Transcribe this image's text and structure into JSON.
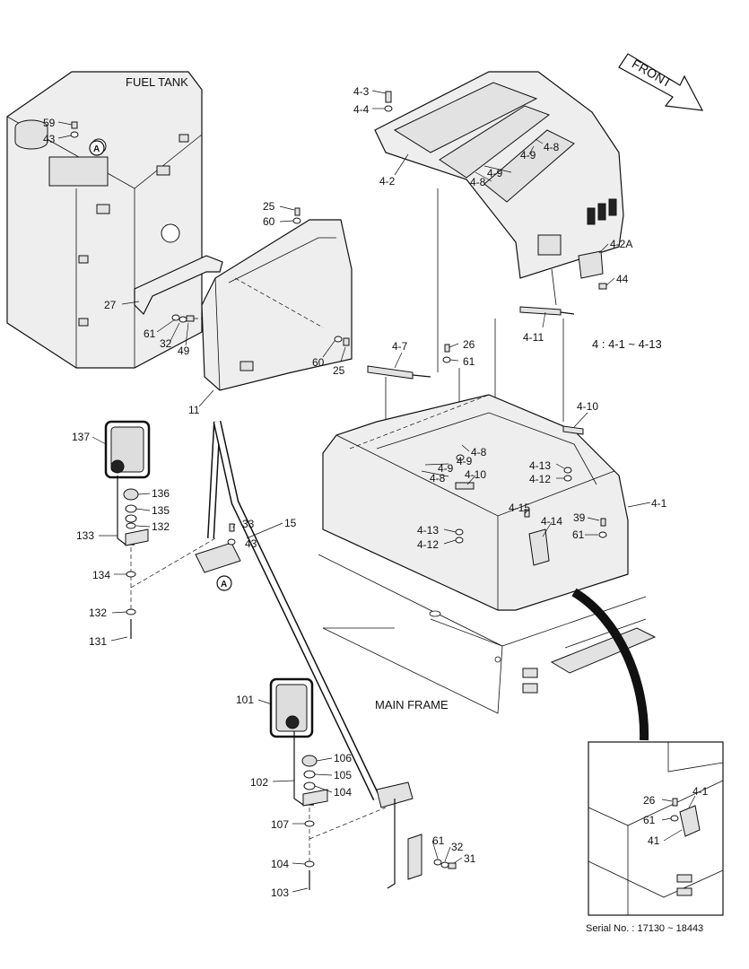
{
  "labels": {
    "fuel_tank": "FUEL TANK",
    "main_frame": "MAIN FRAME",
    "front": "FRONT",
    "range_note": "4 : 4-1 ~ 4-13",
    "serial": "Serial No. : 17130 ~ 18443",
    "view_marker": "A"
  },
  "callouts": {
    "p4_3": "4-3",
    "p4_4": "4-4",
    "p4_2": "4-2",
    "p4_8a": "4-8",
    "p4_9a": "4-9",
    "p4_9b": "4-9",
    "p4_8b": "4-8",
    "p4_2a": "4-2A",
    "p44": "44",
    "p4_11": "4-11",
    "p59": "59",
    "p43a": "43",
    "p25a": "25",
    "p60a": "60",
    "p27": "27",
    "p61a": "61",
    "p32a": "32",
    "p49": "49",
    "p60b": "60",
    "p25b": "25",
    "p11": "11",
    "p4_7": "4-7",
    "p26a": "26",
    "p61b": "61",
    "p4_10a": "4-10",
    "p4_8c": "4-8",
    "p4_9c": "4-9",
    "p4_9d": "4-9",
    "p4_8d": "4-8",
    "p4_10b": "4-10",
    "p4_13a": "4-13",
    "p4_12a": "4-12",
    "p4_1a": "4-1",
    "p4_15": "4-15",
    "p4_14": "4-14",
    "p39": "39",
    "p61c": "61",
    "p4_13b": "4-13",
    "p4_12b": "4-12",
    "p137": "137",
    "p136": "136",
    "p135": "135",
    "p132a": "132",
    "p133": "133",
    "p33": "33",
    "p15": "15",
    "p43b": "43",
    "p134": "134",
    "p132b": "132",
    "p131": "131",
    "p101": "101",
    "p106": "106",
    "p105": "105",
    "p102": "102",
    "p104a": "104",
    "p107": "107",
    "p104b": "104",
    "p103": "103",
    "p61d": "61",
    "p32b": "32",
    "p31": "31",
    "p26b": "26",
    "p4_1b": "4-1",
    "p61e": "61",
    "p41": "41"
  }
}
